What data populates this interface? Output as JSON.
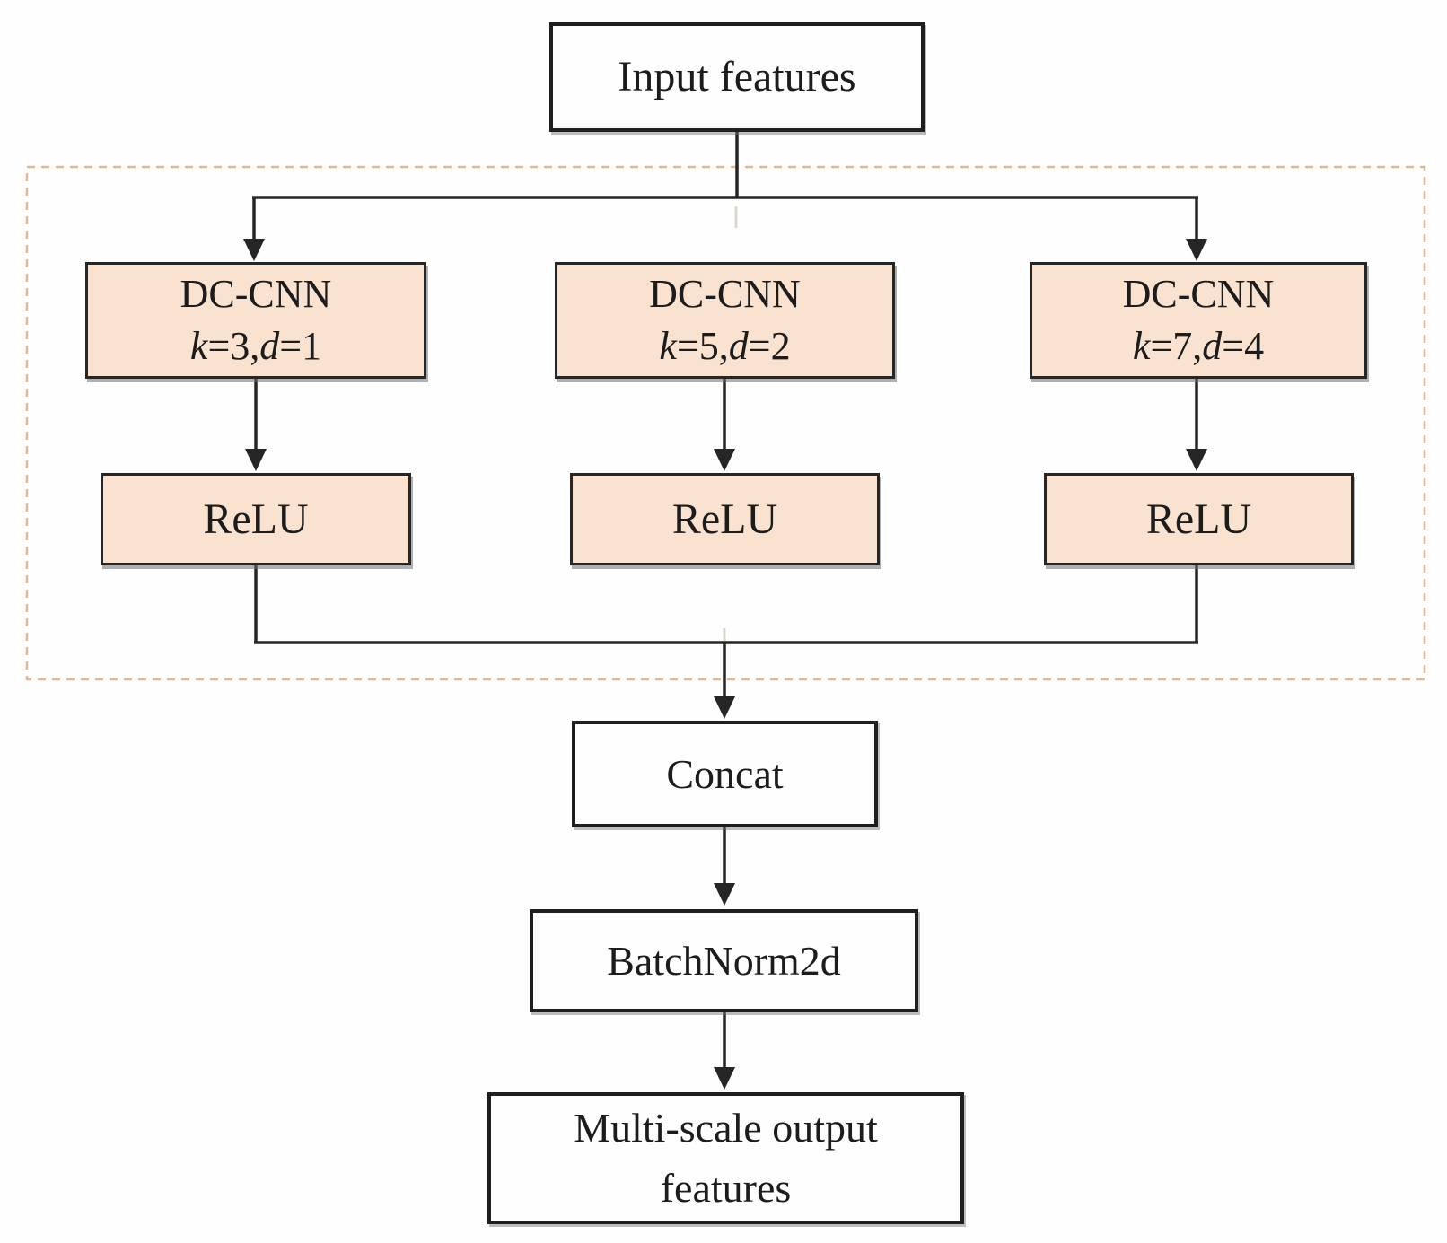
{
  "figure": {
    "input": {
      "label": "Input features"
    },
    "branches": [
      {
        "title": "DC-CNN",
        "parts": [
          "k",
          "=3,",
          "d",
          "=1"
        ],
        "relu_label": "ReLU"
      },
      {
        "title": "DC-CNN",
        "parts": [
          "k",
          "=5,",
          "d",
          "=2"
        ],
        "relu_label": "ReLU"
      },
      {
        "title": "DC-CNN",
        "parts": [
          "k",
          "=7,",
          "d",
          "=4"
        ],
        "relu_label": "ReLU"
      }
    ],
    "concat": {
      "label": "Concat"
    },
    "batchnorm": {
      "label": "BatchNorm2d"
    },
    "output": {
      "line1": "Multi-scale output",
      "line2": "features"
    },
    "colors": {
      "block_fill": "#f9e3d0",
      "dashed_border": "#e2b98e",
      "line": "#262626",
      "box_border": "#1f1f1f",
      "background": "#fefefe"
    }
  }
}
